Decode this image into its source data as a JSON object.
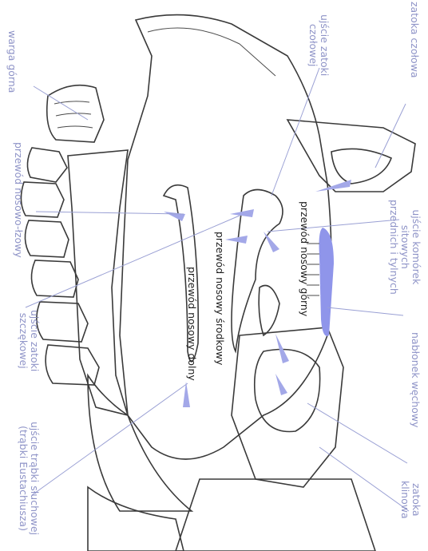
{
  "labels": {
    "warga_gorna": "warga górna",
    "ujscie_zatoki_czolowej": [
      "ujście zatoki",
      "czołowej"
    ],
    "zatoka_czolowa": "zatoka czołowa",
    "przewod_nosowo_lzowy": "przewód nosowo-łzowy",
    "ujscie_komorek_sitowych": [
      "ujście komórek",
      "sitowych",
      "przednich i tylnych"
    ],
    "ujscie_zatoki_szczekowej": [
      "ujście zatoki",
      "szczękowej"
    ],
    "nablonek_wechowy": "nabłonek węchowy",
    "ujscie_trabki": [
      "ujście trąbki słuchowej",
      "(trąbki Eustachiusza)"
    ],
    "zatoka_klinowa": [
      "zatoka",
      "klinowa"
    ],
    "przewod_nosowy_gorny": "przewód nosowy górny",
    "przewod_nosowy_srodkowy": "przewód nosowy środkowy",
    "przewod_nosowy_dolny": "przewód nosowy dolny"
  },
  "colors": {
    "label": "#8e93c7",
    "arrow": "#a3a8e8",
    "outline": "#3a3a3a"
  }
}
